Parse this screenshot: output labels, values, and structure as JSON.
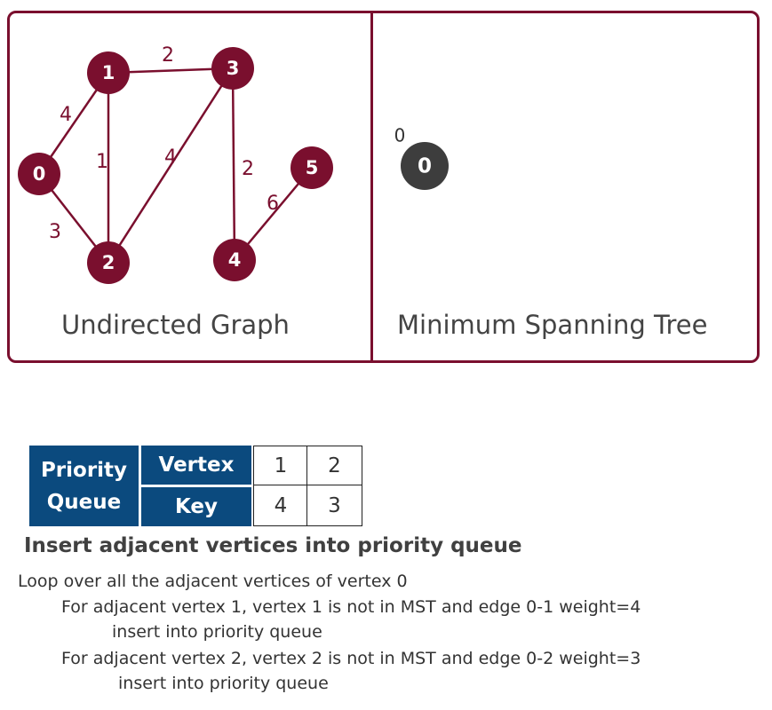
{
  "graph": {
    "caption": "Undirected Graph",
    "nodes": [
      {
        "id": "0",
        "label": "0"
      },
      {
        "id": "1",
        "label": "1"
      },
      {
        "id": "2",
        "label": "2"
      },
      {
        "id": "3",
        "label": "3"
      },
      {
        "id": "4",
        "label": "4"
      },
      {
        "id": "5",
        "label": "5"
      }
    ],
    "edges": [
      {
        "from": "0",
        "to": "1",
        "weight": "4"
      },
      {
        "from": "1",
        "to": "3",
        "weight": "2"
      },
      {
        "from": "1",
        "to": "2",
        "weight": "1"
      },
      {
        "from": "3",
        "to": "2",
        "weight": "4"
      },
      {
        "from": "3",
        "to": "4",
        "weight": "2"
      },
      {
        "from": "0",
        "to": "2",
        "weight": "3"
      },
      {
        "from": "4",
        "to": "5",
        "weight": "6"
      }
    ],
    "node_color": "#7a0f2e",
    "edge_color": "#7a0f2e"
  },
  "mst": {
    "caption": "Minimum Spanning Tree",
    "node_label": "0",
    "node_key": "0",
    "node_color": "#3d3d3d"
  },
  "priority_queue": {
    "title_line1": "Priority",
    "title_line2": "Queue",
    "vertex_header": "Vertex",
    "key_header": "Key",
    "vertices": [
      "1",
      "2"
    ],
    "keys": [
      "4",
      "3"
    ],
    "header_color": "#0b4a7e"
  },
  "steps": {
    "title": "Insert adjacent vertices into priority queue",
    "line1": "Loop over all the adjacent vertices of vertex 0",
    "line2": "For adjacent vertex 1, vertex 1 is not in MST and edge 0-1 weight=4",
    "line3": "insert into priority queue",
    "line4": "For adjacent vertex 2, vertex 2 is not in MST and edge 0-2 weight=3",
    "line5": "insert into priority queue"
  }
}
